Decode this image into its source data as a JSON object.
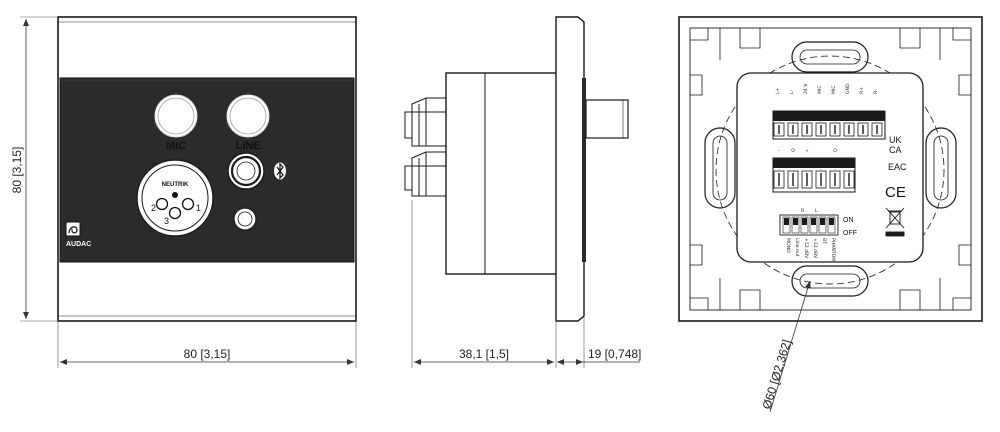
{
  "colors": {
    "line": "#1a1a1a",
    "panel": "#2b2b2b",
    "dim": "#333333"
  },
  "front_view": {
    "buttons": {
      "mic": "MIC",
      "line": "LINE"
    },
    "xlr_brand": "NEUTRIK",
    "xlr_pins": [
      "1",
      "2",
      "3"
    ],
    "bluetooth_icon": "bluetooth-icon",
    "logo_text": "AUDAC",
    "dimension_width": "80 [3,15]",
    "dimension_height": "80 [3,15]"
  },
  "side_view": {
    "dimension_depth": "38,1 [1,5]",
    "dimension_front": "19 [0,748]"
  },
  "back_view": {
    "terminal_top_labels": [
      "L+",
      "L-",
      "24 V",
      "MIC",
      "MIC",
      "GND",
      "R+",
      "R-"
    ],
    "terminal_bottom_labels": [
      "-",
      "O",
      "+",
      "",
      "O",
      ""
    ],
    "dip_channel_labels": [
      "R",
      "L"
    ],
    "dip_on": "ON",
    "dip_off": "OFF",
    "dip_switch_labels": [
      "MONO",
      "Line out",
      "+12 dBV",
      "+12 dBV",
      "BT",
      "PHANTOM"
    ],
    "marks": {
      "ukca_top": "UK",
      "ukca_bottom": "CA",
      "eac": "EAC",
      "ce": "CE"
    },
    "dimension_diameter": "Ø60 [Ø2,362]"
  }
}
